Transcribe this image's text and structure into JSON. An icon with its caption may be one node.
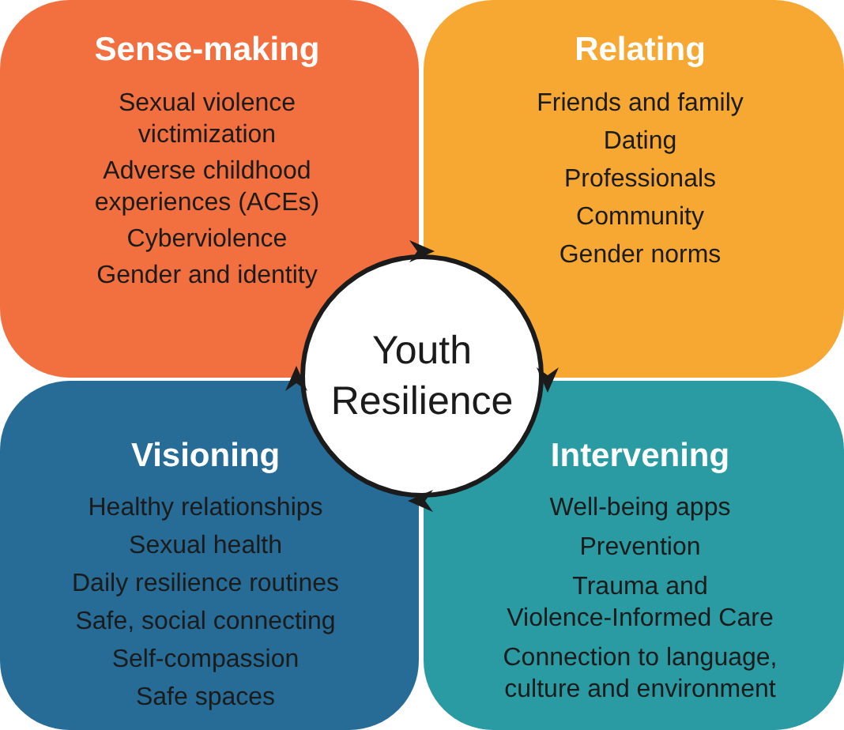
{
  "diagram": {
    "nodes": [
      {
        "text": [
          "Sense-making",
          "Sexual violence victimization",
          "Adverse childhood experiences (ACEs)",
          "Cyberviolence",
          "Gender and identity"
        ]
      },
      {
        "text": [
          "Relating",
          "Friends and family",
          "Dating",
          "Professionals",
          "Community",
          "Gender norms"
        ]
      },
      {
        "text": [
          "Youth Resilience"
        ]
      },
      {
        "text": [
          "Visioning",
          "Healthy relationships",
          "Sexual health",
          "Daily resilience routines",
          "Safe, social connecting",
          "Self-compassion",
          "Safe spaces"
        ]
      },
      {
        "text": [
          "Intervening",
          "Well-being apps",
          "Prevention",
          "Trauma and Violence-Informed Care",
          "Connection to language, culture and environment"
        ]
      }
    ],
    "edges": [
      {
        "from": 0,
        "to": 1,
        "arrow": "to"
      },
      {
        "from": 1,
        "to": 4,
        "arrow": "to"
      },
      {
        "from": 4,
        "to": 3,
        "arrow": "to"
      },
      {
        "from": 3,
        "to": 0,
        "arrow": "to"
      }
    ]
  }
}
